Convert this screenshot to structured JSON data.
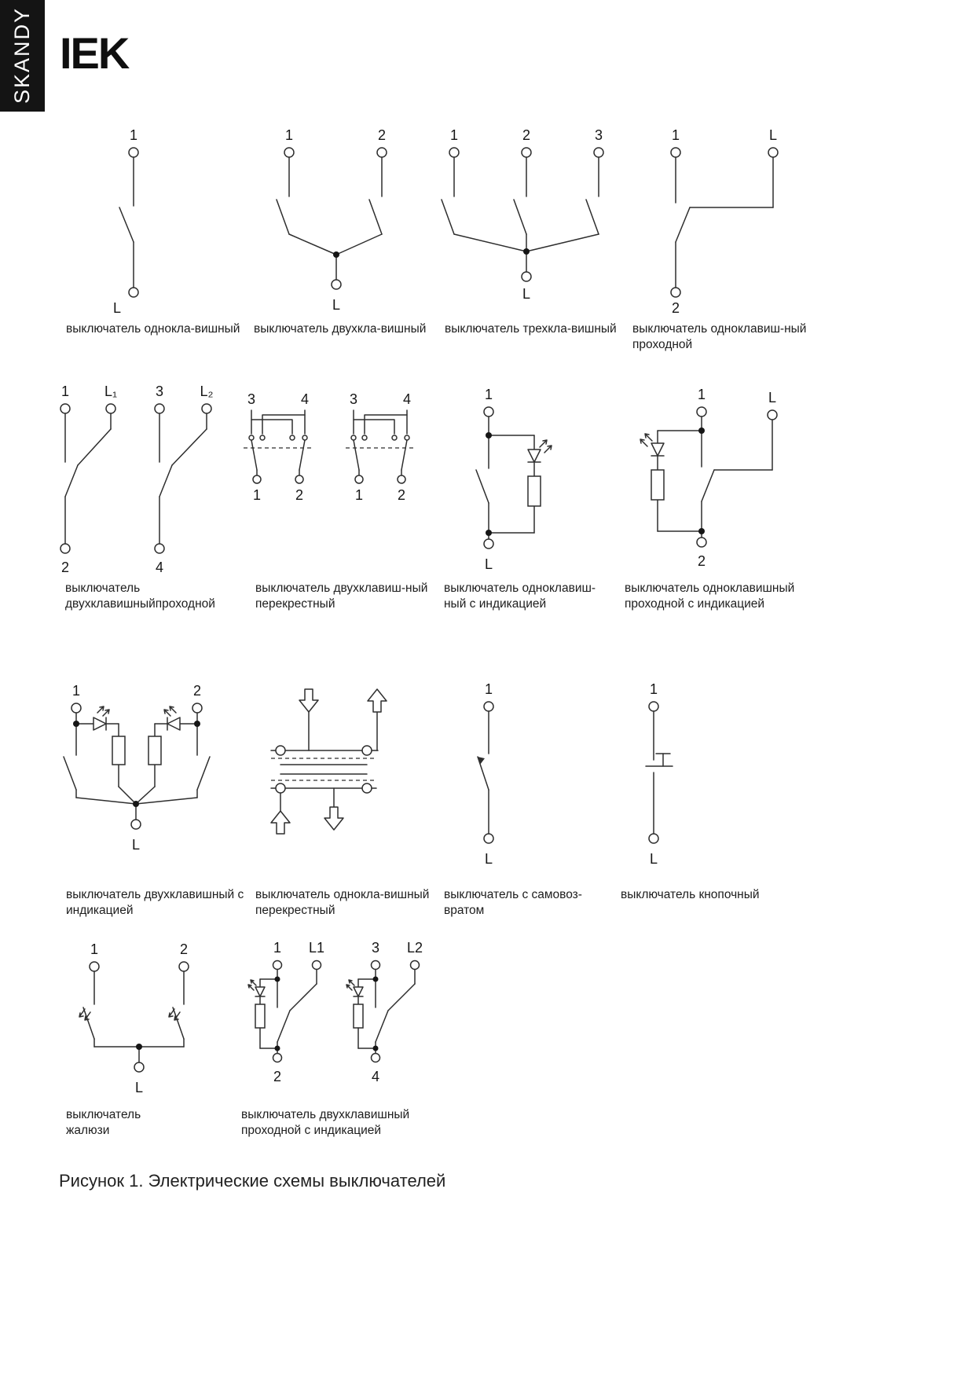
{
  "page": {
    "brand_vertical": "SKANDY",
    "logo_text": "IEK",
    "figure_caption": "Рисунок 1. Электрические схемы выключателей",
    "colors": {
      "brand_bg": "#141414",
      "ink": "#1c1c1c",
      "line": "#2e2e2e"
    }
  },
  "diagrams": [
    {
      "name": "single-gang",
      "caption": "выключатель однокла-вишный",
      "terminals": {
        "t1": "1",
        "l": "L"
      }
    },
    {
      "name": "double-gang",
      "caption": "выключатель двухкла-вишный",
      "terminals": {
        "t1": "1",
        "t2": "2",
        "l": "L"
      }
    },
    {
      "name": "triple-gang",
      "caption": "выключатель трехкла-вишный",
      "terminals": {
        "t1": "1",
        "t2": "2",
        "t3": "3",
        "l": "L"
      }
    },
    {
      "name": "single-two-way",
      "caption": "выключатель одноклавиш-ный\nпроходной",
      "terminals": {
        "t1": "1",
        "l": "L",
        "t2": "2"
      }
    },
    {
      "name": "double-two-way",
      "caption": "выключатель\nдвухклавишныйпроходной",
      "terminals": {
        "t1": "1",
        "l1": "L₁",
        "t3": "3",
        "l2": "L₂",
        "t2": "2",
        "t4": "4"
      }
    },
    {
      "name": "double-cross",
      "caption": "выключатель двухклавиш-ный\nперекрестный",
      "terminals": {
        "sub_a": {
          "t3": "3",
          "t4": "4",
          "t1": "1",
          "t2": "2"
        },
        "sub_b": {
          "t3": "3",
          "t4": "4",
          "t1": "1",
          "t2": "2"
        }
      }
    },
    {
      "name": "single-indicator",
      "caption": "выключатель одноклавиш-\nный с индикацией",
      "terminals": {
        "t1": "1",
        "l": "L"
      }
    },
    {
      "name": "single-two-way-indicator",
      "caption": "выключатель одноклавишный\nпроходной с индикацией",
      "terminals": {
        "t1": "1",
        "l": "L",
        "t2": "2"
      }
    },
    {
      "name": "double-indicator",
      "caption": "выключатель двухклавишный с\nиндикацией",
      "terminals": {
        "t1": "1",
        "t2": "2",
        "l": "L"
      }
    },
    {
      "name": "single-cross",
      "caption": "выключатель однокла-вишный\nперекрестный",
      "terminals": {}
    },
    {
      "name": "momentary",
      "caption": "выключатель с самовоз-\nвратом",
      "terminals": {
        "t1": "1",
        "l": "L"
      }
    },
    {
      "name": "push-button",
      "caption": "выключатель кнопочный",
      "terminals": {
        "t1": "1",
        "l": "L"
      }
    },
    {
      "name": "blinds",
      "caption": "выключатель\nжалюзи",
      "terminals": {
        "t1": "1",
        "t2": "2",
        "l": "L"
      }
    },
    {
      "name": "double-two-way-indicator",
      "caption": "выключатель двухклавишный\nпроходной с индикацией",
      "terminals": {
        "t1": "1",
        "l1": "L1",
        "t3": "3",
        "l2": "L2",
        "t2": "2",
        "t4": "4"
      }
    }
  ]
}
